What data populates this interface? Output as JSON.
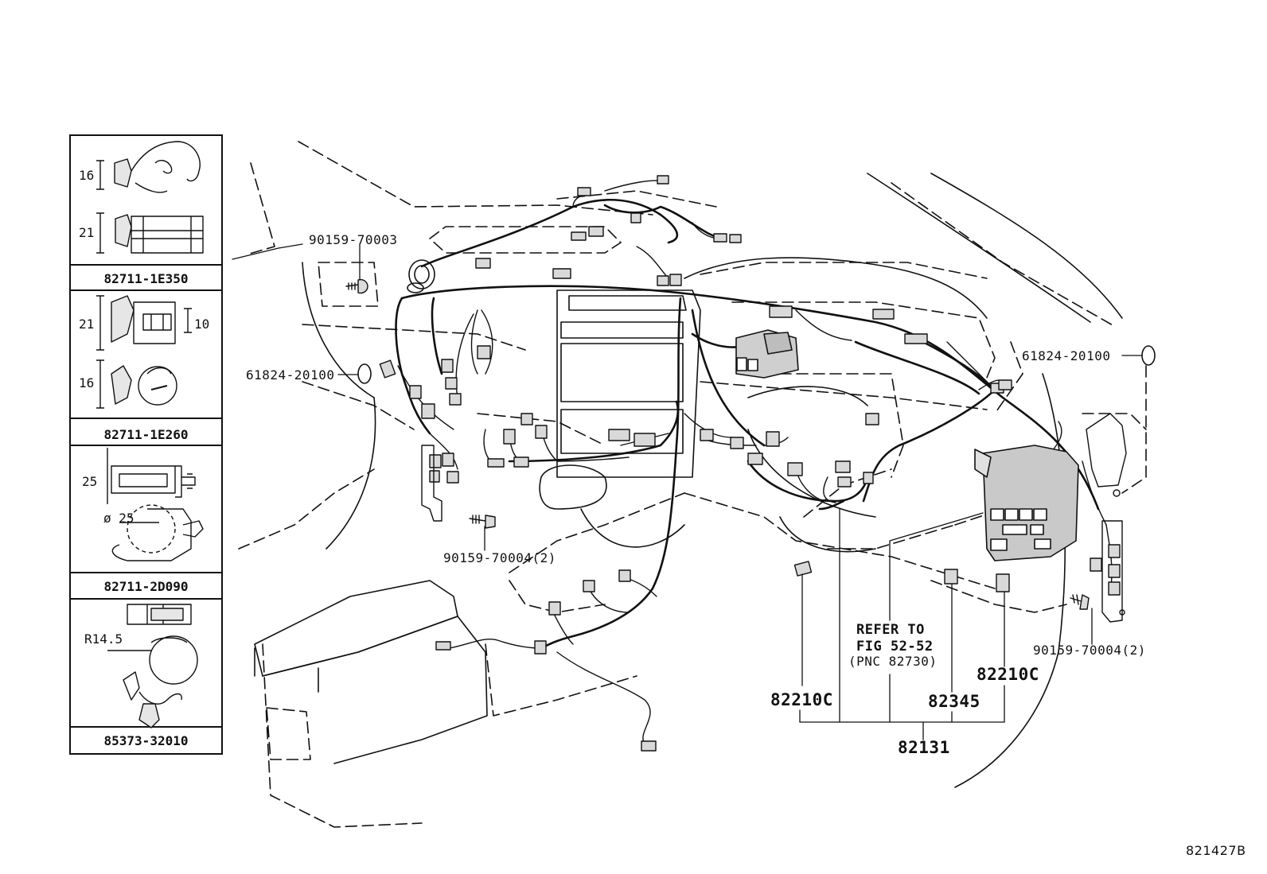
{
  "legend": {
    "parts": [
      {
        "part_no": "82711-1E350",
        "dims": [
          "16",
          "21"
        ]
      },
      {
        "part_no": "82711-1E260",
        "dims": [
          "21",
          "10",
          "16"
        ]
      },
      {
        "part_no": "82711-2D090",
        "dims": [
          "25",
          "ø 25"
        ]
      },
      {
        "part_no": "85373-32010",
        "dims": [
          "R14.5"
        ]
      }
    ]
  },
  "callouts": {
    "screw_top": "90159-70003",
    "plug_left": "61824-20100",
    "plug_right": "61824-20100",
    "screw_center": "90159-70004(2)",
    "screw_right": "90159-70004(2)",
    "refer_line1": "REFER TO",
    "refer_line2": "FIG 52-52",
    "refer_line3": "(PNC 82730)",
    "relay_left": "82210C",
    "relay_mid": "82345",
    "relay_right": "82210C",
    "harness": "82131"
  },
  "figure_id": "821427B"
}
